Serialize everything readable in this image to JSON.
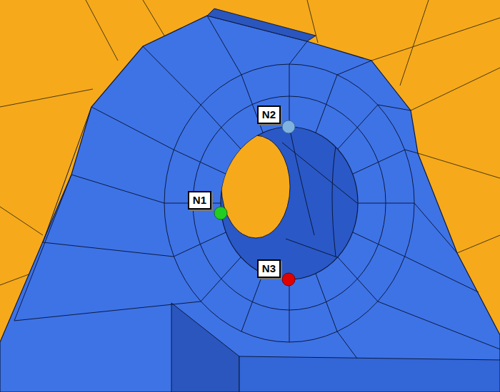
{
  "diagram": {
    "nodes": [
      {
        "text": [
          "N2"
        ]
      },
      {
        "text": [
          "N1"
        ]
      },
      {
        "text": [
          "N3"
        ]
      }
    ]
  }
}
